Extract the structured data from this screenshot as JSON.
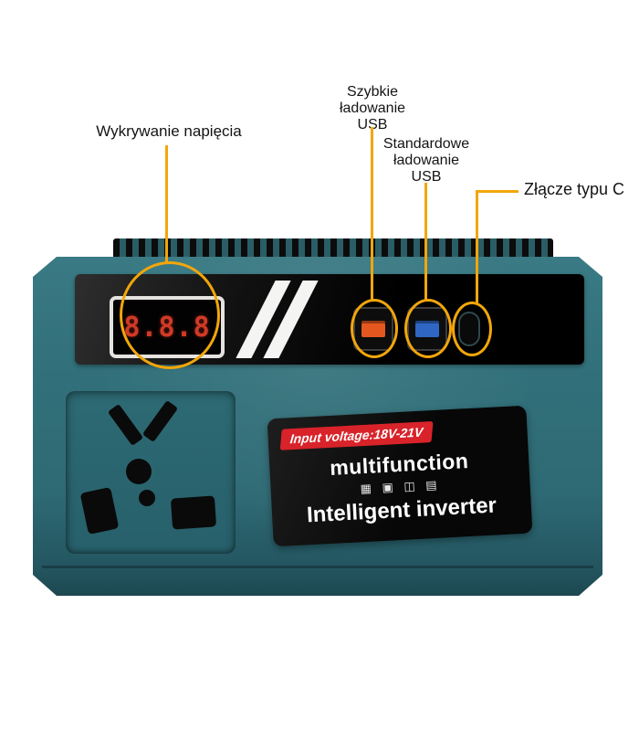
{
  "annotations": {
    "voltage_label": "Wykrywanie napięcia",
    "fast_usb_lines": [
      "Szybkie",
      "ładowanie",
      "USB"
    ],
    "std_usb_lines": [
      "Standardowe",
      "ładowanie",
      "USB"
    ],
    "type_c_label": "Złącze typu C",
    "callout_color": "#f2a60b"
  },
  "device": {
    "display_value": "8.8.8",
    "body_color": "#2e6a74",
    "fast_usb_color": "#e4571f",
    "std_usb_color": "#2f66c4",
    "sticker": {
      "banner": "Input voltage:18V-21V",
      "banner_color": "#d8232a",
      "title": "multifunction",
      "icons": [
        "▦",
        "▣",
        "◫",
        "▤"
      ],
      "subtitle": "Intelligent inverter"
    }
  }
}
